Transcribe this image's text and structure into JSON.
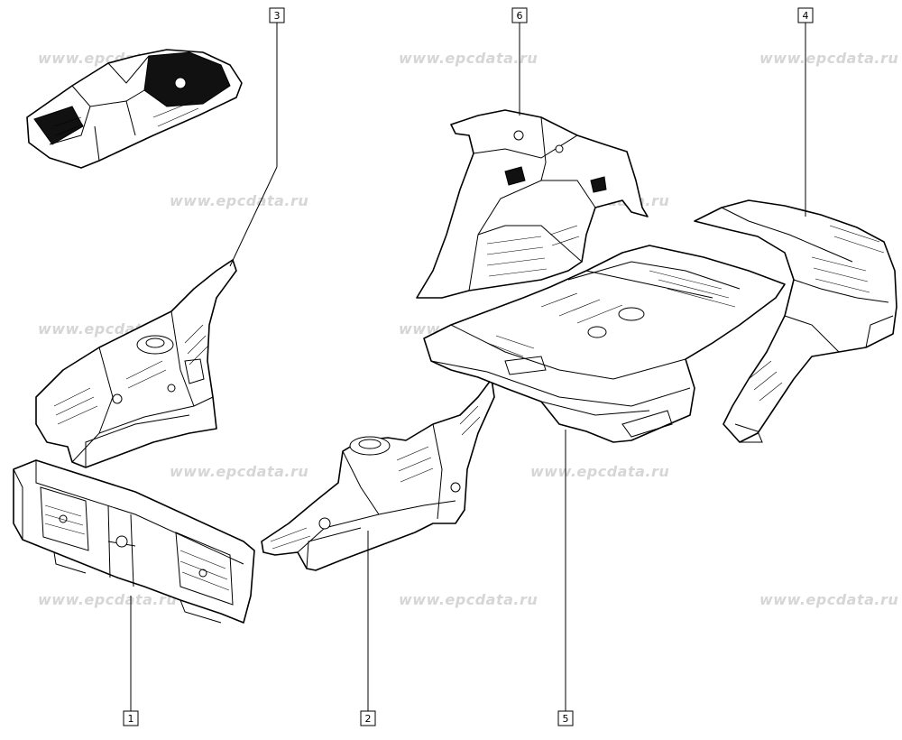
{
  "watermark": "www.epcdata.ru",
  "callouts": [
    {
      "id": "1",
      "label": "1"
    },
    {
      "id": "2",
      "label": "2"
    },
    {
      "id": "3",
      "label": "3"
    },
    {
      "id": "4",
      "label": "4"
    },
    {
      "id": "5",
      "label": "5"
    },
    {
      "id": "6",
      "label": "6"
    }
  ],
  "colors": {
    "line": "#000000",
    "watermark": "#d6d6d6",
    "background": "#ffffff"
  }
}
